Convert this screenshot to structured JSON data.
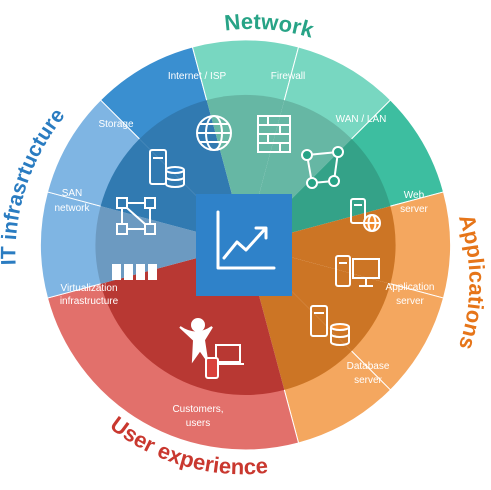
{
  "categories": {
    "network": "Network",
    "applications": "Applications",
    "user_experience": "User experience",
    "it_infrastructure": "IT infrasrtucture"
  },
  "segments": {
    "internet": "Internet / ISP",
    "firewall": "Firewall",
    "wan_lan": "WAN / LAN",
    "web_server_1": "Web",
    "web_server_2": "server",
    "app_server_1": "Application",
    "app_server_2": "server",
    "db_server_1": "Database",
    "db_server_2": "server",
    "customers_1": "Customers,",
    "customers_2": "users",
    "virt_1": "Virtualization",
    "virt_2": "infrastructure",
    "san_1": "SAN",
    "san_2": "network",
    "storage": "Storage"
  },
  "colors": {
    "network": "#3dbea0",
    "network_light": "#78d7c1",
    "applications": "#f08a2c",
    "applications_light": "#f4a75f",
    "user_experience": "#d9423c",
    "user_experience_light": "#e2706b",
    "it_infrastructure": "#3a8fd0",
    "it_infrastructure_light": "#7fb5e3",
    "center": "#2f82c9",
    "network_text": "#27a386",
    "applications_text": "#e67519",
    "user_experience_text": "#c9382f",
    "it_infrastructure_text": "#2a7cc1"
  },
  "icons": [
    "globe-icon",
    "firewall-icon",
    "network-topology-icon",
    "web-server-icon",
    "application-server-icon",
    "database-server-icon",
    "users-icon",
    "server-rack-icon",
    "san-network-icon",
    "storage-icon",
    "analytics-chart-icon"
  ]
}
